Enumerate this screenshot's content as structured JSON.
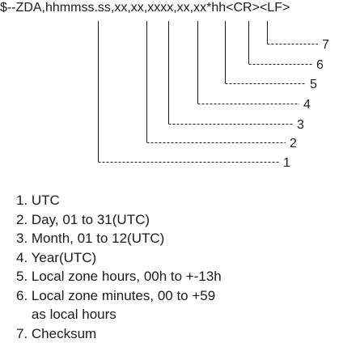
{
  "sentence": "$--ZDA,hhmmss.ss,xx,xx,xxxx,xx,xx*hh<CR><LF>",
  "field_numbers": [
    "1",
    "2",
    "3",
    "4",
    "5",
    "6",
    "7"
  ],
  "legend": [
    "1. UTC",
    "2. Day, 01 to 31(UTC)",
    "3. Month, 01 to 12(UTC)",
    "4. Year(UTC)",
    "5. Local zone hours, 00h to +-13h",
    "6. Local zone minutes, 00 to +59",
    "    as local hours",
    "7. Checksum"
  ],
  "colors": {
    "text": "#1a1a1a",
    "background": "#ffffff"
  }
}
